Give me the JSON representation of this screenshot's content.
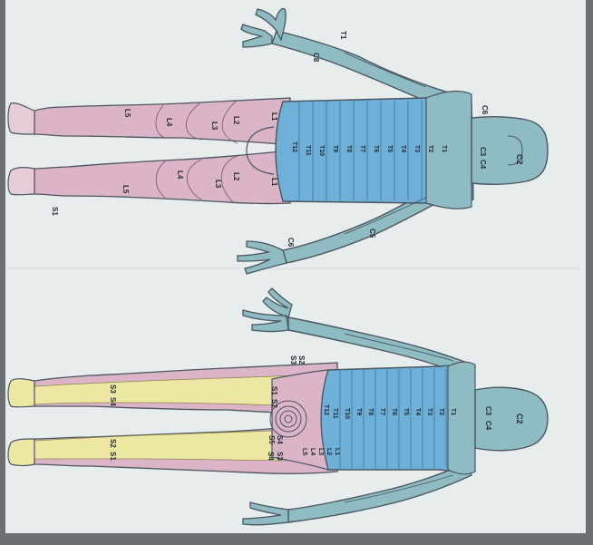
{
  "colors": {
    "paper": "#e7ecec",
    "cervical": "#8fbcc2",
    "thoracic": "#6fb0d8",
    "lumbar": "#dcb4c8",
    "sacral": "#ece7a3",
    "outline": "#4a5660"
  },
  "posterior": {
    "labels": {
      "c2": "C2",
      "c3": "C3",
      "c4": "C4",
      "t1_arm": "T1",
      "c8_arm": "C8",
      "c6_arm": "C6",
      "c5_arm": "C5",
      "c6_hand": "C6",
      "t_col": [
        "T1",
        "T2",
        "T3",
        "T4",
        "T5",
        "T6",
        "T7",
        "T8",
        "T9",
        "T10",
        "T11",
        "T12"
      ],
      "l1_top": "L1",
      "l2_top": "L2",
      "l3_top": "L3",
      "l4_top": "L4",
      "l5_top": "L5",
      "l1_bot": "L1",
      "l2_bot": "L2",
      "l3_bot": "L3",
      "l4_bot": "L4",
      "l5_bot": "L5",
      "s1": "S1"
    }
  },
  "anterior": {
    "labels": {
      "c2": "C2",
      "c3": "C3",
      "c4": "C4",
      "t_col": [
        "T1",
        "T2",
        "T3",
        "T4",
        "T5",
        "T6",
        "T7",
        "T8",
        "T9",
        "T10",
        "T11",
        "T12"
      ],
      "s1_top": "S1",
      "s2_top": "S2",
      "s3_top": "S3",
      "s4_top": "S4",
      "s1_bot": "S1",
      "s2_bot": "S2",
      "s3_bot": "S3",
      "s4_bot": "S4",
      "s2_pel": "S2",
      "s3_pel": "S3",
      "s4_pel": "S4",
      "s5_pel": "S5",
      "l_group": [
        "L1",
        "L2",
        "L3",
        "L4",
        "L5"
      ]
    }
  }
}
